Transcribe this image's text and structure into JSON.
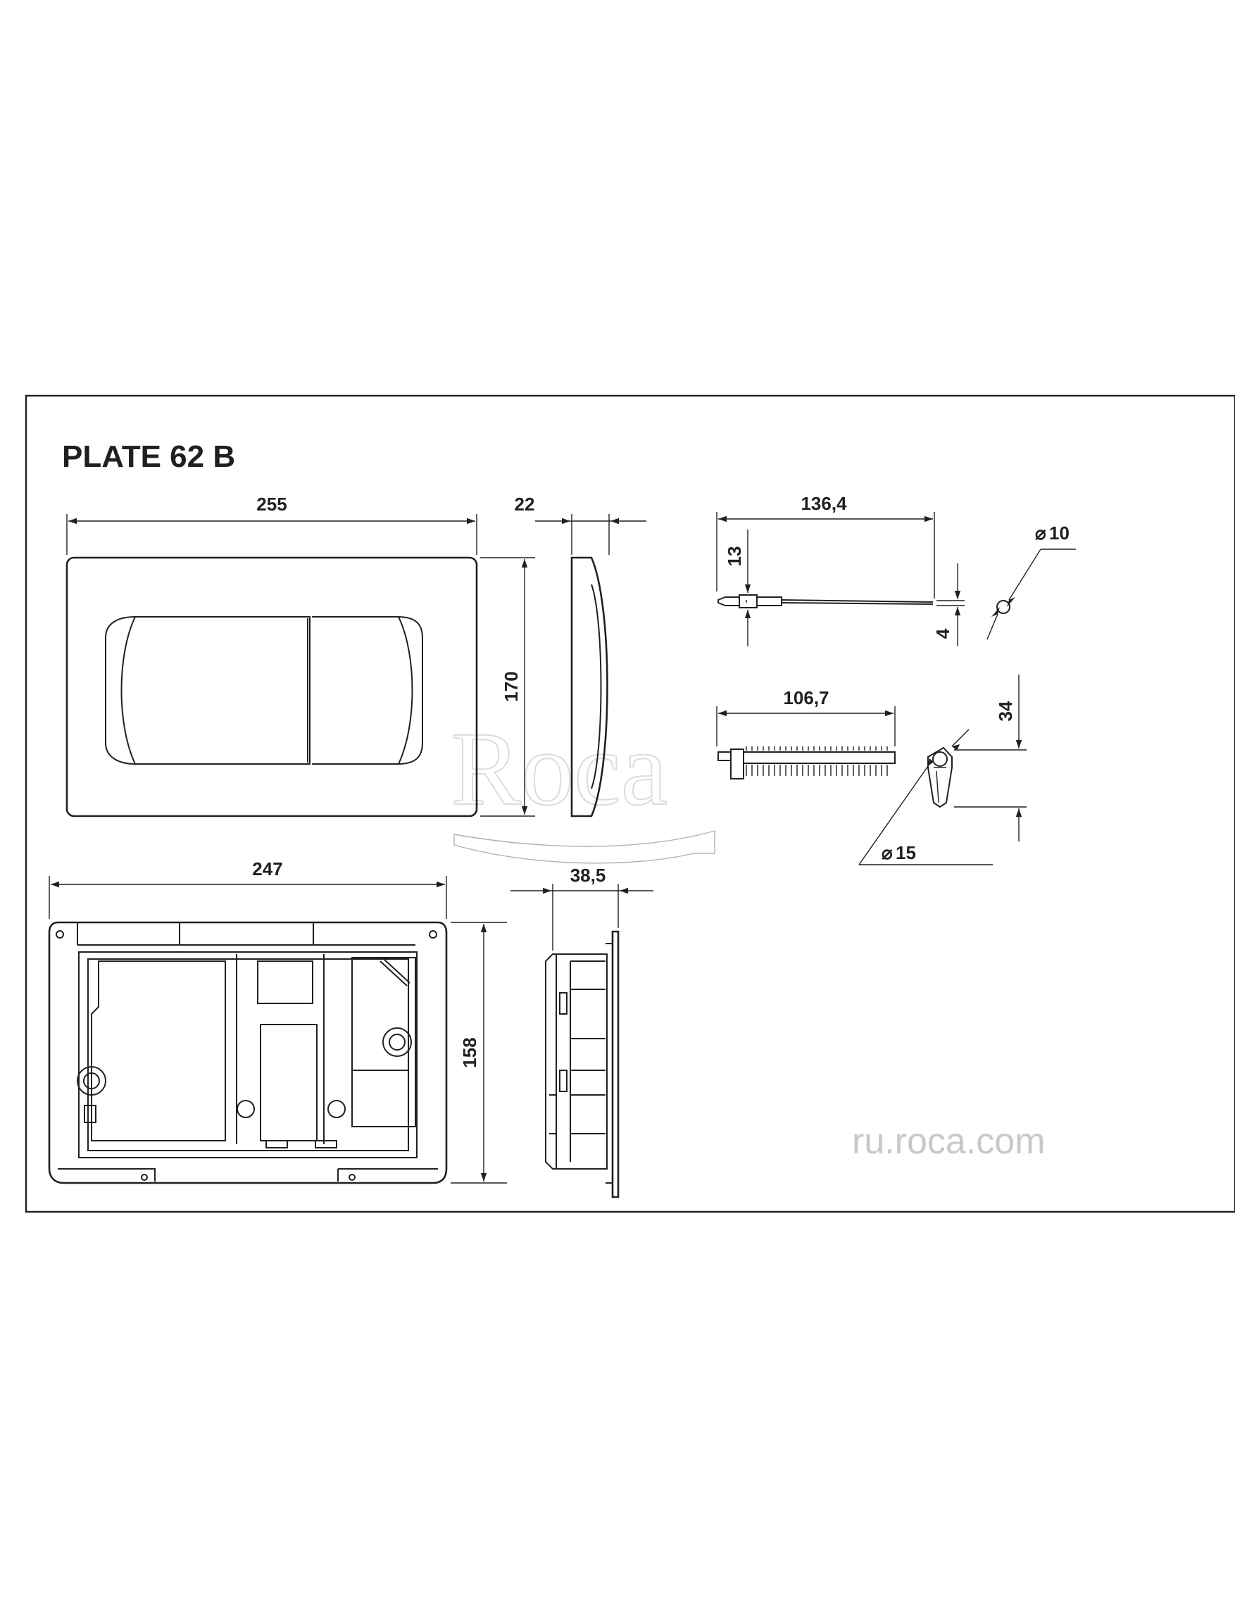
{
  "title": "PLATE 62 B",
  "dimensions": {
    "plate_width": "255",
    "plate_depth": "22",
    "plate_height": "170",
    "frame_width": "247",
    "frame_depth": "38,5",
    "frame_height": "158",
    "rod1_length": "136,4",
    "rod1_head": "13",
    "rod1_thread": "4",
    "rod1_diameter": "10",
    "rod2_length": "106,7",
    "rod2_height": "34",
    "rod2_diameter": "15",
    "diameter_symbol": "⌀"
  },
  "watermark": {
    "brand": "Roca",
    "url": "ru.roca.com"
  },
  "colors": {
    "line": "#231f20",
    "watermark": "#c8c8c8"
  }
}
